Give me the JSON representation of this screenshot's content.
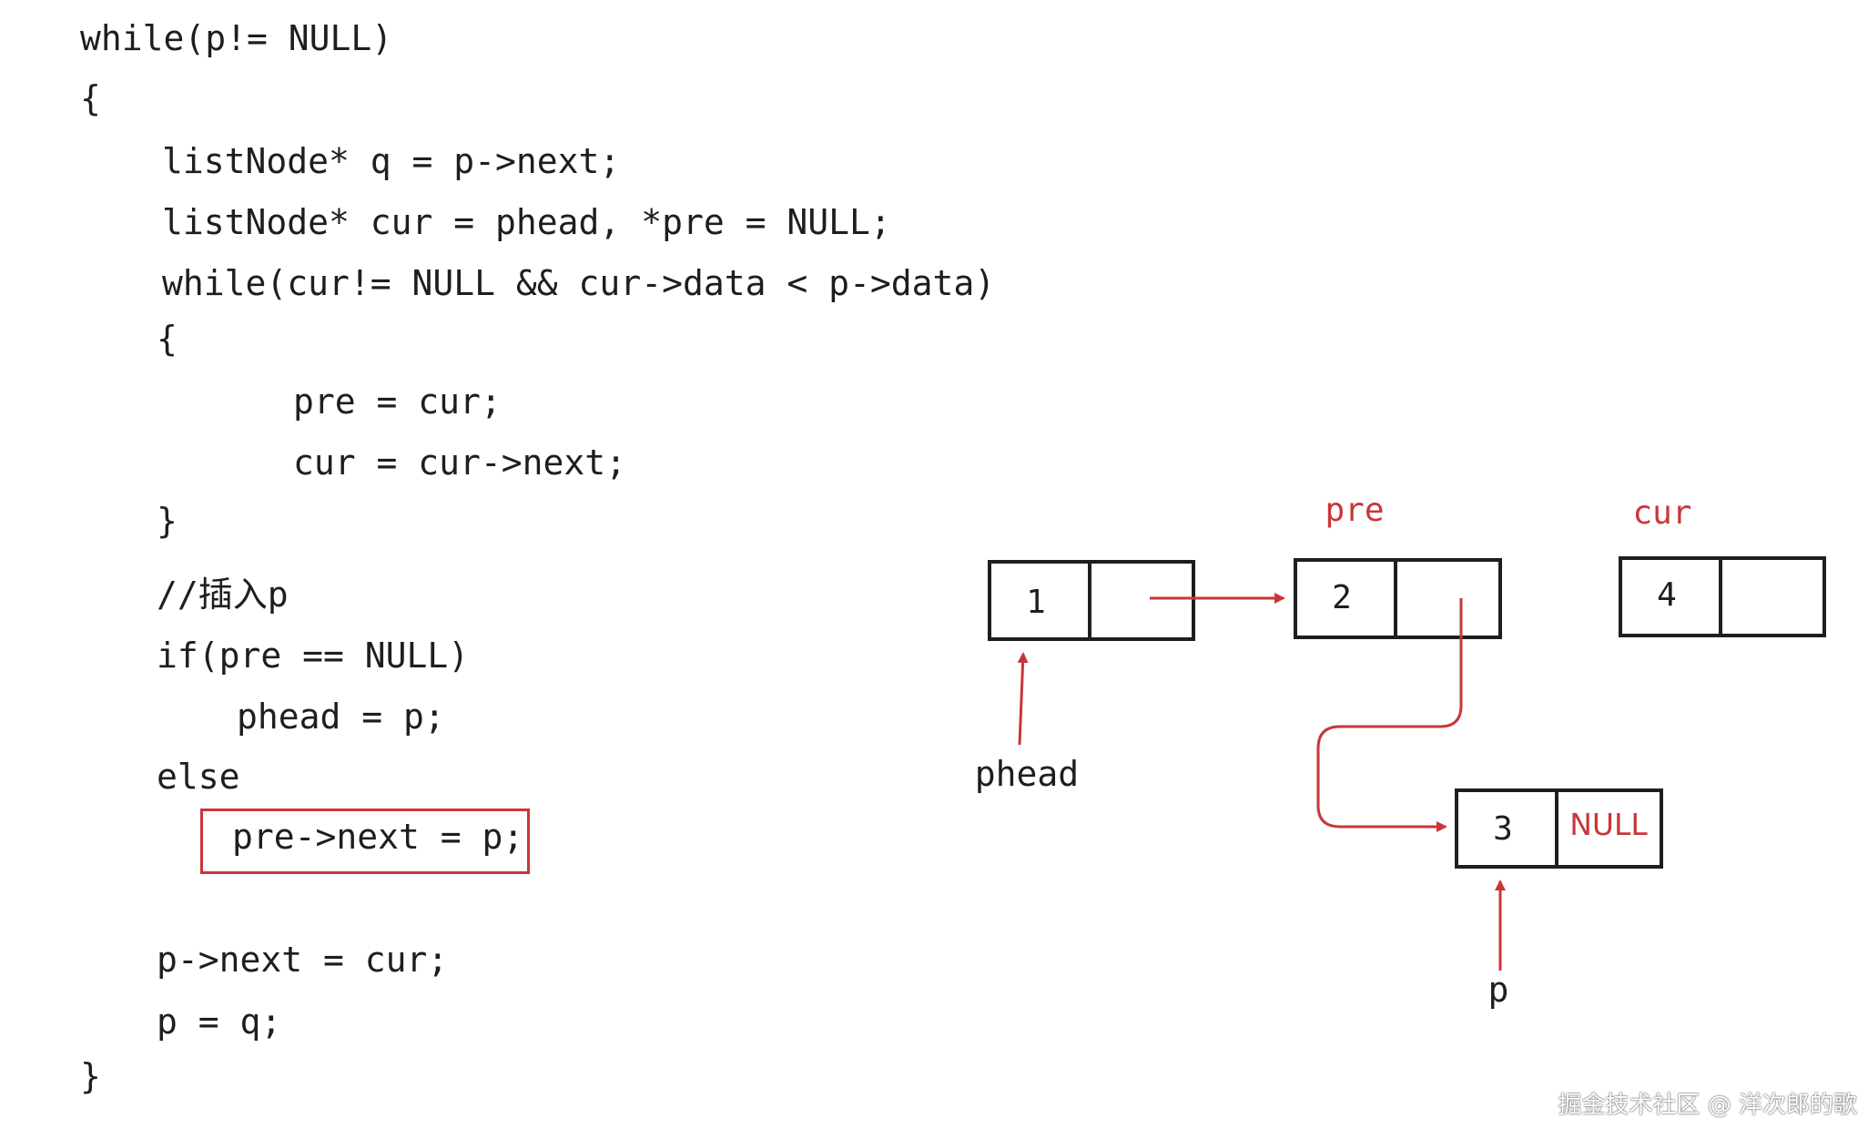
{
  "code": {
    "lines": [
      "while(p!= NULL)",
      "{",
      "listNode* q = p->next;",
      "listNode* cur = phead, *pre = NULL;",
      "while(cur!= NULL && cur->data < p->data)",
      "{",
      "pre = cur;",
      "cur = cur->next;",
      "}",
      "//插入p",
      "if(pre == NULL)",
      "phead = p;",
      "else",
      "pre->next = p;",
      "p->next = cur;",
      "p = q;",
      "}"
    ],
    "highlighted_line_index": 13
  },
  "diagram": {
    "nodes": [
      {
        "value": "1",
        "next": ""
      },
      {
        "value": "2",
        "next": ""
      },
      {
        "value": "4",
        "next": ""
      },
      {
        "value": "3",
        "next": "NULL"
      }
    ],
    "labels": {
      "pre": "pre",
      "cur": "cur",
      "phead": "phead",
      "p": "p"
    },
    "colors": {
      "accent": "#c9363a",
      "ink": "#1e1e1e"
    }
  },
  "watermark": "掘金技术社区 @ 洋次郎的歌"
}
